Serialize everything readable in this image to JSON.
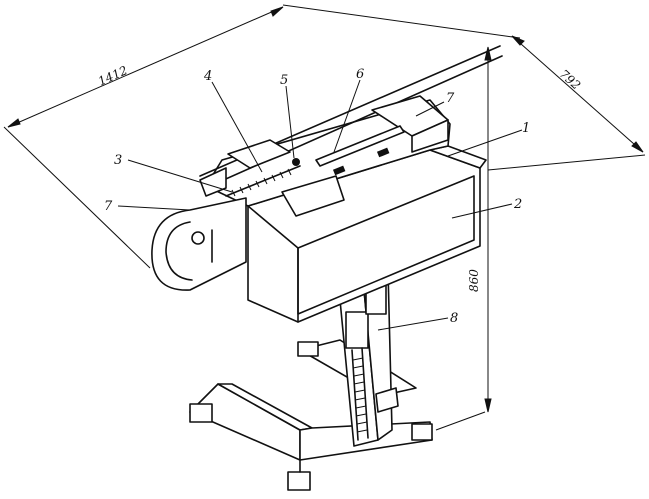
{
  "dimensions": {
    "length": "1412",
    "depth": "792",
    "height": "860"
  },
  "labels": {
    "l1": "1",
    "l2": "2",
    "l3": "3",
    "l4": "4",
    "l5": "5",
    "l6": "6",
    "l7a": "7",
    "l7b": "7",
    "l8": "8"
  }
}
